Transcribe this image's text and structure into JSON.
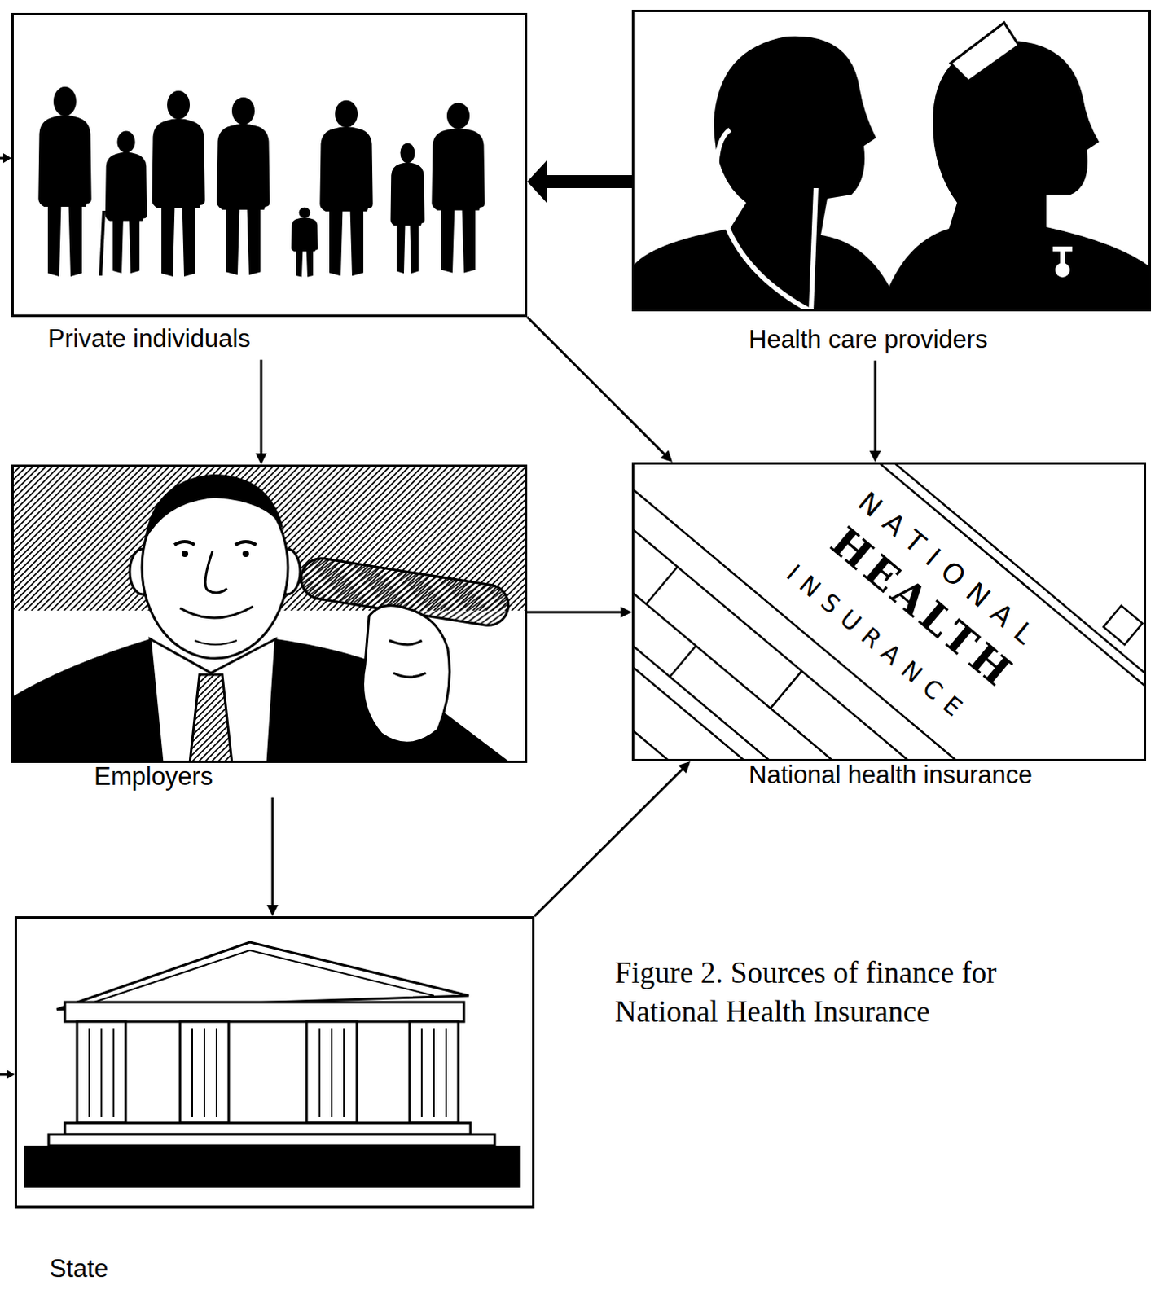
{
  "diagram": {
    "caption": "Figure 2. Sources of finance for National Health Insurance",
    "nodes": [
      {
        "text": [
          "Private individuals"
        ]
      },
      {
        "text": [
          "Health care providers"
        ]
      },
      {
        "text": [
          "Employers"
        ]
      },
      {
        "text": [
          "National health insurance"
        ]
      },
      {
        "text": [
          "State"
        ]
      }
    ],
    "edges": [
      {
        "from": 1,
        "to": 0,
        "arrow": "to"
      },
      {
        "from": 0,
        "to": 2,
        "arrow": "to"
      },
      {
        "from": 0,
        "to": 3,
        "arrow": "to"
      },
      {
        "from": 1,
        "to": 3,
        "arrow": "to"
      },
      {
        "from": 2,
        "to": 3,
        "arrow": "to"
      },
      {
        "from": 2,
        "to": 4,
        "arrow": "to"
      },
      {
        "from": 4,
        "to": 3,
        "arrow": "to"
      }
    ],
    "labels": [
      "NATIONAL",
      "HEALTH",
      "INSURANCE"
    ]
  }
}
